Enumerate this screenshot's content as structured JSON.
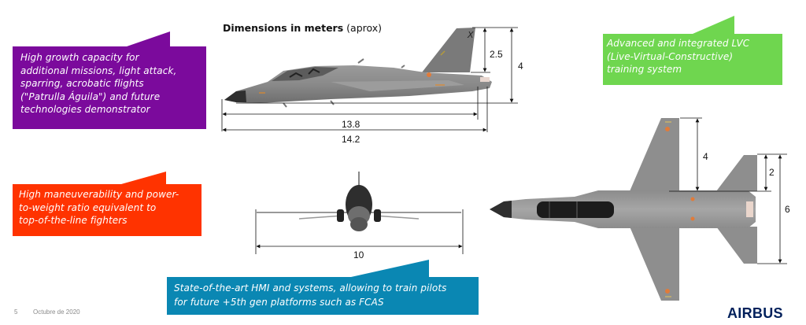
{
  "diagram": {
    "title_bold": "Dimensions in meters",
    "title_suffix": "(aprox)",
    "side_view": {
      "length_fuselage": "13.8",
      "length_total": "14.2",
      "fin_height": "2.5",
      "total_height": "4"
    },
    "front_view": {
      "wingspan": "10"
    },
    "top_view": {
      "wing_semi_span": "4",
      "tailplane_semi_span": "2",
      "tailplane_span": "6"
    }
  },
  "callouts": [
    {
      "id": "growth",
      "color": "#7b0a9c",
      "lines": [
        "High growth capacity for",
        "additional missions, light attack,",
        "sparring, acrobatic flights",
        "(\"Patrulla Águila\") and future",
        "technologies demonstrator"
      ]
    },
    {
      "id": "lvc",
      "color": "#6fd64f",
      "lines": [
        "Advanced and integrated LVC",
        "(Live-Virtual-Constructive)",
        "training system"
      ]
    },
    {
      "id": "maneuverability",
      "color": "#ff3300",
      "lines": [
        "High maneuverability and power-",
        "to-weight ratio equivalent to",
        "top-of-the-line fighters"
      ]
    },
    {
      "id": "hmi",
      "color": "#0a87b3",
      "lines": [
        "State-of-the-art HMI and systems, allowing to train pilots",
        "for future  +5th gen platforms such as FCAS"
      ]
    }
  ],
  "footer": {
    "page_number": "5",
    "date": "Octubre de 2020",
    "brand": "AIRBUS"
  },
  "colors": {
    "aircraft_gray": "#8d8d8d",
    "aircraft_dark": "#3a3a3a",
    "brand_navy": "#00205b"
  }
}
